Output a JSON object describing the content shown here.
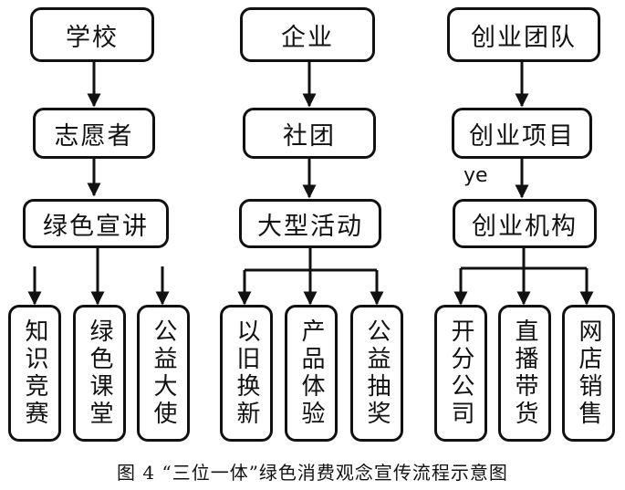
{
  "columns": [
    {
      "top": "学校",
      "middle": "志愿者",
      "bottom": "绿色宣讲",
      "leaves": [
        "知识竞赛",
        "绿色课堂",
        "公益大使"
      ]
    },
    {
      "top": "企业",
      "middle": "社团",
      "bottom": "大型活动",
      "leaves": [
        "以旧换新",
        "产品体验",
        "公益抽奖"
      ]
    },
    {
      "top": "创业团队",
      "middle": "创业项目",
      "bottom": "创业机构",
      "leaves": [
        "开分公司",
        "直播带货",
        "网店销售"
      ]
    }
  ],
  "edge_label": "ye",
  "caption": "图 4 “三位一体”绿色消费观念宣传流程示意图"
}
